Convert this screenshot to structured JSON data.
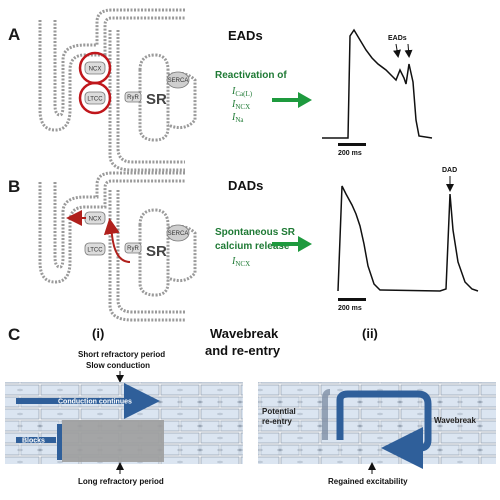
{
  "panel_a": {
    "letter": "A",
    "title": "EADs",
    "mechanism_line1": "Reactivation of",
    "currents": [
      "I",
      "I",
      "I"
    ],
    "current_subs": [
      "Ca(L)",
      "NCX",
      "Na"
    ],
    "channel_ncx": "NCX",
    "channel_ltcc": "LTCC",
    "channel_ryr": "RyR",
    "channel_serca": "SERCA",
    "sr_label": "SR",
    "trace_label": "EADs",
    "scale_label": "200 ms"
  },
  "panel_b": {
    "letter": "B",
    "title": "DADs",
    "mechanism_line1": "Spontaneous SR",
    "mechanism_line2": "calcium release",
    "current": "I",
    "current_sub": "NCX",
    "channel_ncx": "NCX",
    "channel_ltcc": "LTCC",
    "channel_ryr": "RyR",
    "channel_serca": "SERCA",
    "sr_label": "SR",
    "trace_label": "DAD",
    "scale_label": "200 ms"
  },
  "panel_c": {
    "letter": "C",
    "sub_i": "(i)",
    "sub_ii": "(ii)",
    "title_line1": "Wavebreak",
    "title_line2": "and re-entry",
    "short_refractory": "Short refractory period",
    "slow_conduction": "Slow conduction",
    "conduction_continues": "Conduction continues",
    "blocks": "Blocks",
    "long_refractory": "Long refractory period",
    "potential_reentry_line1": "Potential",
    "potential_reentry_line2": "re-entry",
    "wavebreak": "Wavebreak",
    "regained_excitability": "Regained excitability"
  },
  "colors": {
    "membrane": "#9a9a9a",
    "highlight_ring": "#c0161b",
    "calcium_arrow": "#b0201c",
    "mechanism_text": "#1f7a35",
    "green_arrow": "#1e9a3e",
    "conduction_arrow": "#2f5f9a",
    "cell_fill": "#dbe5f1",
    "refractory_gray": "#9d9d9d"
  }
}
